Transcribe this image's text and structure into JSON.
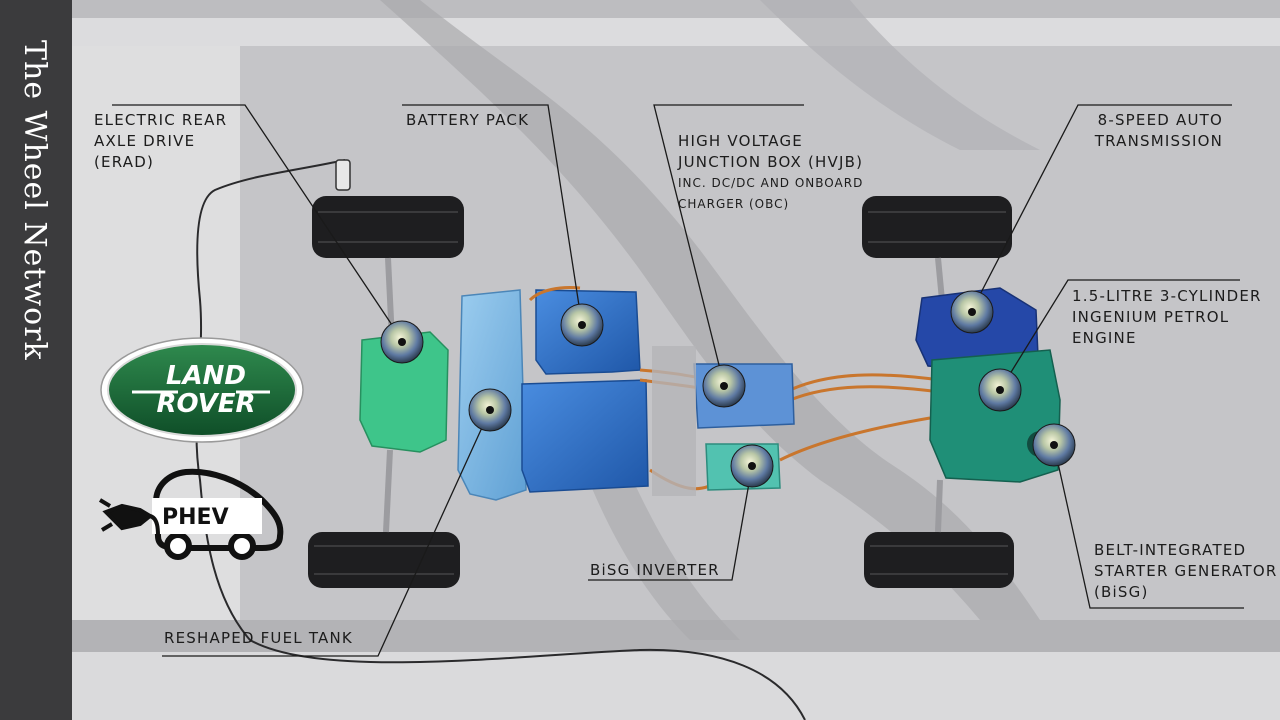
{
  "channel": {
    "name": "The Wheel Network"
  },
  "brand": {
    "logo_text_line1": "LAND",
    "logo_text_line2": "ROVER",
    "phev_badge": "PHEV"
  },
  "labels": {
    "erad": {
      "lines": "ELECTRIC REAR\nAXLE DRIVE\n(ERAD)"
    },
    "battery": {
      "text": "BATTERY PACK"
    },
    "hvjb": {
      "lines": "HIGH VOLTAGE\nJUNCTION BOX (HVJB)",
      "sub": "INC. DC/DC AND ONBOARD\nCHARGER (OBC)"
    },
    "transmission": {
      "lines": "8-SPEED AUTO\nTRANSMISSION"
    },
    "engine": {
      "lines": "1.5-LITRE 3-CYLINDER\nINGENIUM PETROL\nENGINE"
    },
    "bisg_gen": {
      "lines": "BELT-INTEGRATED\nSTARTER GENERATOR\n(BiSG)"
    },
    "inverter": {
      "text": "BiSG INVERTER"
    },
    "fuel_tank": {
      "text": "RESHAPED FUEL TANK"
    }
  },
  "colors": {
    "sidebar": "#3b3b3d",
    "logo_green": "#1f6b3a",
    "battery_blue": "#2f6fc4",
    "fuel_tank_blue": "#7db7e3",
    "erad_green": "#3ec58a",
    "engine_teal": "#1f8f77",
    "transmission_blue": "#2548a8",
    "cable_orange": "#c9762d"
  }
}
